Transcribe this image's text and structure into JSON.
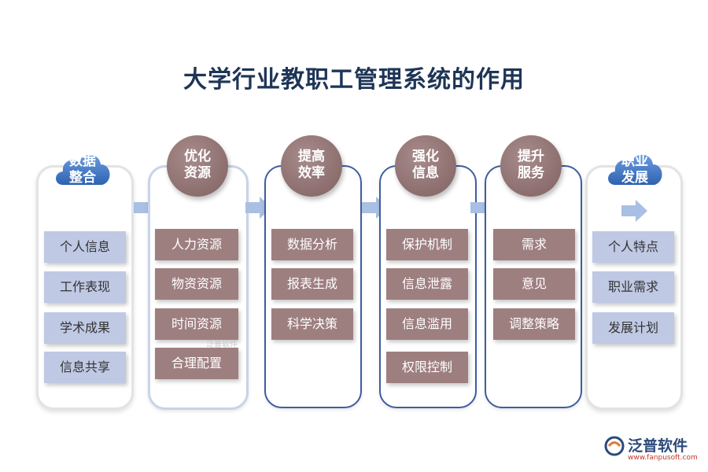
{
  "title": "大学行业教职工管理系统的作用",
  "columns": [
    {
      "header": "数据\n整合",
      "header_lines": [
        "数据",
        "整合"
      ],
      "items": [
        "个人信息",
        "工作表现",
        "学术成果",
        "信息共享"
      ]
    },
    {
      "header_lines": [
        "优化",
        "资源"
      ],
      "items": [
        "人力资源",
        "物资资源",
        "时间资源",
        "合理配置"
      ]
    },
    {
      "header_lines": [
        "提高",
        "效率"
      ],
      "items": [
        "数据分析",
        "报表生成",
        "科学决策"
      ]
    },
    {
      "header_lines": [
        "强化",
        "信息"
      ],
      "items": [
        "保护机制",
        "信息泄露",
        "信息滥用",
        "权限控制"
      ]
    },
    {
      "header_lines": [
        "提升",
        "服务"
      ],
      "items": [
        "需求",
        "意见",
        "调整策略"
      ]
    },
    {
      "header_lines": [
        "职业",
        "发展"
      ],
      "items": [
        "个人特点",
        "职业需求",
        "发展计划"
      ]
    }
  ],
  "watermark": "泛普软件",
  "logo": {
    "name": "泛普软件",
    "url": "www.fanpusoft.com"
  },
  "colors": {
    "title": "#1e3556",
    "light_box": "#bfc9e4",
    "brown_box": "#9e7f80",
    "cloud": "#4a7fc8",
    "circle": "#8c6e6e",
    "arrow": "#a9bfe3"
  }
}
